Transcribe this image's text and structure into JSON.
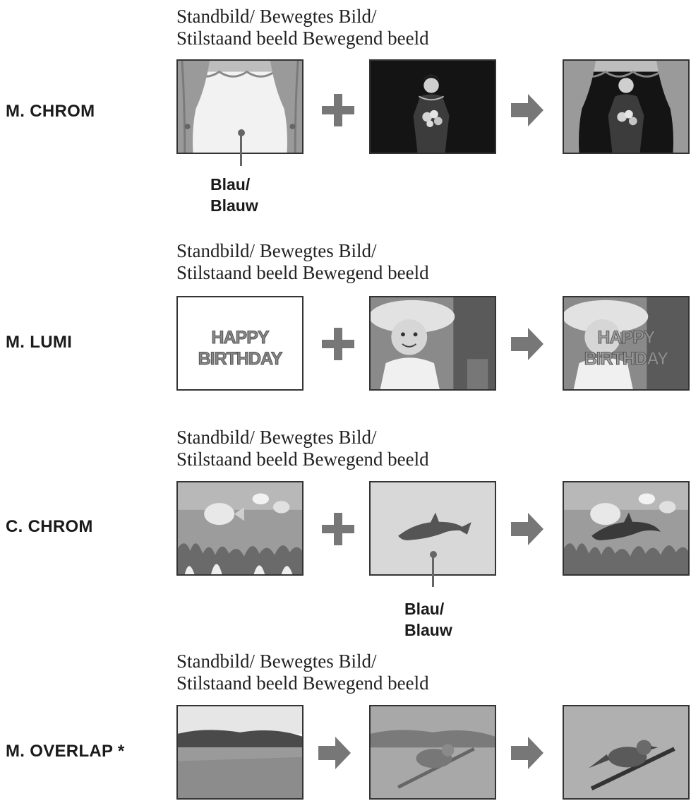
{
  "caption": {
    "line1": "Standbild/ Bewegtes Bild/",
    "line2": "Stilstaand beeld Bewegend beeld"
  },
  "sections": [
    {
      "id": "m-chrom",
      "label": "M. CHROM",
      "operators": [
        "plus-icon",
        "arrow-right-icon"
      ]
    },
    {
      "id": "m-lumi",
      "label": "M. LUMI",
      "operators": [
        "plus-icon",
        "arrow-right-icon"
      ]
    },
    {
      "id": "c-chrom",
      "label": "C. CHROM",
      "operators": [
        "plus-icon",
        "arrow-right-icon"
      ]
    },
    {
      "id": "m-overlap",
      "label": "M. OVERLAP *",
      "operators": [
        "arrow-right-icon",
        "arrow-right-icon"
      ]
    }
  ],
  "pointer": {
    "line1": "Blau/",
    "line2": "Blauw"
  },
  "lumi_text": {
    "line1": "HAPPY",
    "line2": "BIRTHDAY"
  },
  "colors": {
    "operator": "#777777",
    "pointer": "#666666",
    "blue_area": "#d8d8d8"
  }
}
